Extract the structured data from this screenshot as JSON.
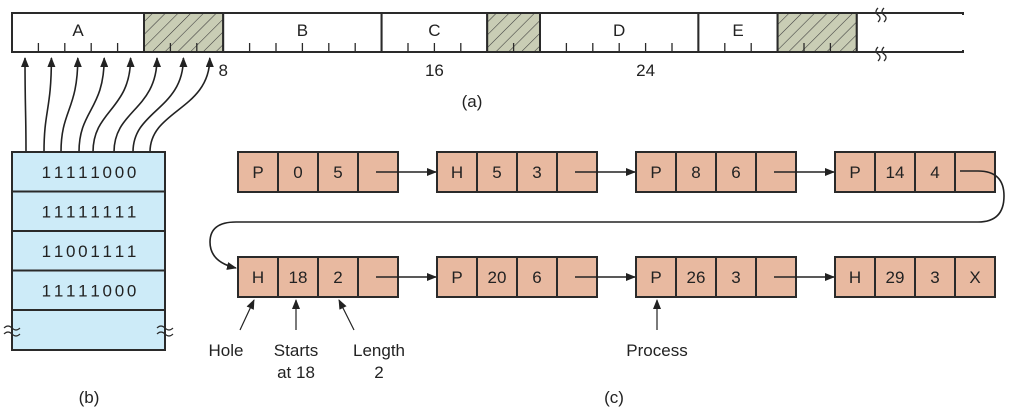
{
  "colors": {
    "hole_fill": "#c9cdb5",
    "bitmap_fill": "#cdebf8",
    "node_fill": "#e8b9a0",
    "stroke": "#2a2a2a"
  },
  "memory": {
    "total_units_shown": 32,
    "segments": [
      {
        "type": "process",
        "label": "A",
        "start": 0,
        "length": 5
      },
      {
        "type": "hole",
        "label": "",
        "start": 5,
        "length": 3
      },
      {
        "type": "process",
        "label": "B",
        "start": 8,
        "length": 6
      },
      {
        "type": "process",
        "label": "C",
        "start": 14,
        "length": 4
      },
      {
        "type": "hole",
        "label": "",
        "start": 18,
        "length": 2
      },
      {
        "type": "process",
        "label": "D",
        "start": 20,
        "length": 6
      },
      {
        "type": "process",
        "label": "E",
        "start": 26,
        "length": 3
      },
      {
        "type": "hole",
        "label": "",
        "start": 29,
        "length": 3
      }
    ],
    "unit_labels": [
      {
        "unit": 8,
        "text": "8"
      },
      {
        "unit": 16,
        "text": "16"
      },
      {
        "unit": 24,
        "text": "24"
      }
    ],
    "caption": "(a)"
  },
  "bitmap": {
    "rows": [
      "1 1 1 1 1 0 0 0",
      "1 1 1 1 1 1 1 1",
      "1 1 0 0 1 1 1 1",
      "1 1 1 1 1 0 0 0"
    ],
    "caption": "(b)"
  },
  "list": {
    "nodes": [
      {
        "kind": "P",
        "start": "0",
        "length": "5",
        "next": ""
      },
      {
        "kind": "H",
        "start": "5",
        "length": "3",
        "next": ""
      },
      {
        "kind": "P",
        "start": "8",
        "length": "6",
        "next": ""
      },
      {
        "kind": "P",
        "start": "14",
        "length": "4",
        "next": ""
      },
      {
        "kind": "H",
        "start": "18",
        "length": "2",
        "next": ""
      },
      {
        "kind": "P",
        "start": "20",
        "length": "6",
        "next": ""
      },
      {
        "kind": "P",
        "start": "26",
        "length": "3",
        "next": ""
      },
      {
        "kind": "H",
        "start": "29",
        "length": "3",
        "next": "X"
      }
    ],
    "annotations": {
      "hole": "Hole",
      "starts_line1": "Starts",
      "starts_line2": "at 18",
      "length_line1": "Length",
      "length_line2": "2",
      "process": "Process"
    },
    "caption": "(c)"
  }
}
